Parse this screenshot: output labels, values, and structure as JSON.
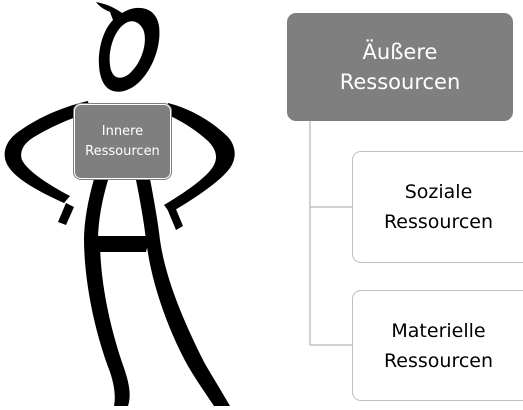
{
  "inner_resources_label": "Innere\nRessourcen",
  "hierarchy": {
    "root": "Äußere\nRessourcen",
    "children": [
      "Soziale\nRessourcen",
      "Materielle\nRessourcen"
    ]
  },
  "colors": {
    "root_fill": "#7f7f7f",
    "root_text": "#ffffff",
    "child_fill": "#ffffff",
    "child_border": "#bfbfbf",
    "connector": "#a6a6a6",
    "figure_ink": "#000000"
  }
}
